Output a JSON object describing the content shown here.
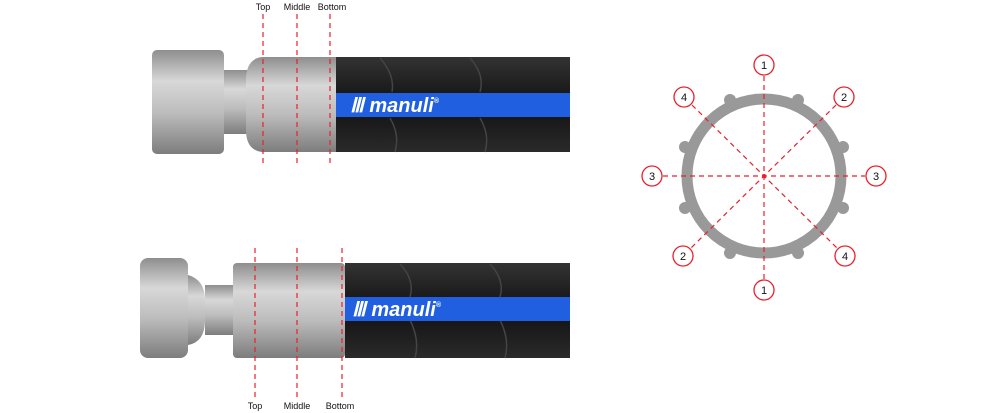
{
  "top_assembly": {
    "labels": [
      "Top",
      "Middle",
      "Bottom"
    ],
    "brand": "manuli",
    "brand_mark": "®"
  },
  "bottom_assembly": {
    "labels": [
      "Top",
      "Middle",
      "Bottom"
    ],
    "brand": "manuli",
    "brand_mark": "®"
  },
  "cross_section": {
    "markers": [
      "1",
      "2",
      "3",
      "4"
    ]
  },
  "colors": {
    "guide_line": "#e8202a",
    "hose": "#1a1a1a",
    "stripe": "#1f5fe0",
    "metal": "#b5b5b5",
    "ring": "#999999"
  }
}
